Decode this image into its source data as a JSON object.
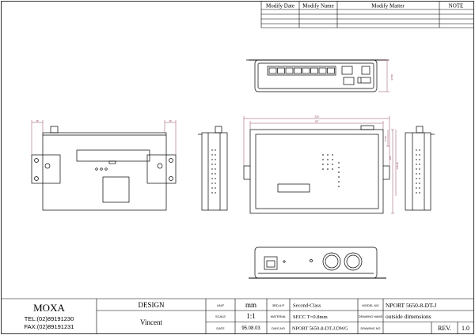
{
  "revision_table": {
    "headers": [
      "Modify Date",
      "Modify Name",
      "Modify Matter",
      "NOTE"
    ]
  },
  "title_block": {
    "company": "MOXA",
    "tel": "TEL:(02)89191230",
    "fax": "FAX:(02)89191231",
    "design_label": "DESIGN",
    "designer": "Vincent",
    "unit_label": "UNIT",
    "unit_value": "mm",
    "scale_label": "SCALE",
    "scale_value": "1:1",
    "date_label": "DATE",
    "date_value": "95.08.03",
    "proj_label": "3RD A.P",
    "proj_value": "Second-Class",
    "material_label": "MATERIAL",
    "material_value": "SECC T=0.8mm",
    "dwgno_label": "DWG.NO",
    "dwgno_value": "NPORT 5650-8-DT-J.DWG",
    "model_label": "MODEL NO",
    "model_value": "NPORT 5650-8-DT-J",
    "drawing_name_label": "DRAWING NAME",
    "drawing_name_value": "outside dimensions",
    "drawing_no_label": "DRAWING NO",
    "rev_label": "REV.",
    "rev_value": "1.0"
  },
  "dimensions": {
    "front_height": "37.80",
    "top_width": "229",
    "top_inner": "197",
    "top_right_a": "77.56",
    "top_right_b": "125",
    "top_right_c": "145.58",
    "left_bracket": "16",
    "right_bracket": "16"
  },
  "colors": {
    "line": "#000000",
    "dimension": "#7a1f3a"
  }
}
